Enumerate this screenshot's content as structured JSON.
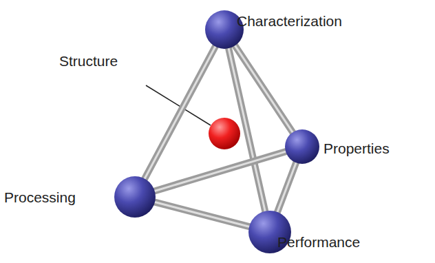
{
  "diagram": {
    "nodes": [
      {
        "text": [
          "Characterization"
        ]
      },
      {
        "text": [
          "Structure"
        ]
      },
      {
        "text": [
          "Properties"
        ]
      },
      {
        "text": [
          "Processing"
        ]
      },
      {
        "text": [
          "Performance"
        ]
      }
    ],
    "edges": [
      {
        "from": 0,
        "to": 3,
        "arrow": "none"
      },
      {
        "from": 0,
        "to": 2,
        "arrow": "none"
      },
      {
        "from": 0,
        "to": 4,
        "arrow": "none"
      },
      {
        "from": 3,
        "to": 2,
        "arrow": "none"
      },
      {
        "from": 3,
        "to": 4,
        "arrow": "none"
      },
      {
        "from": 2,
        "to": 4,
        "arrow": "none"
      }
    ]
  }
}
